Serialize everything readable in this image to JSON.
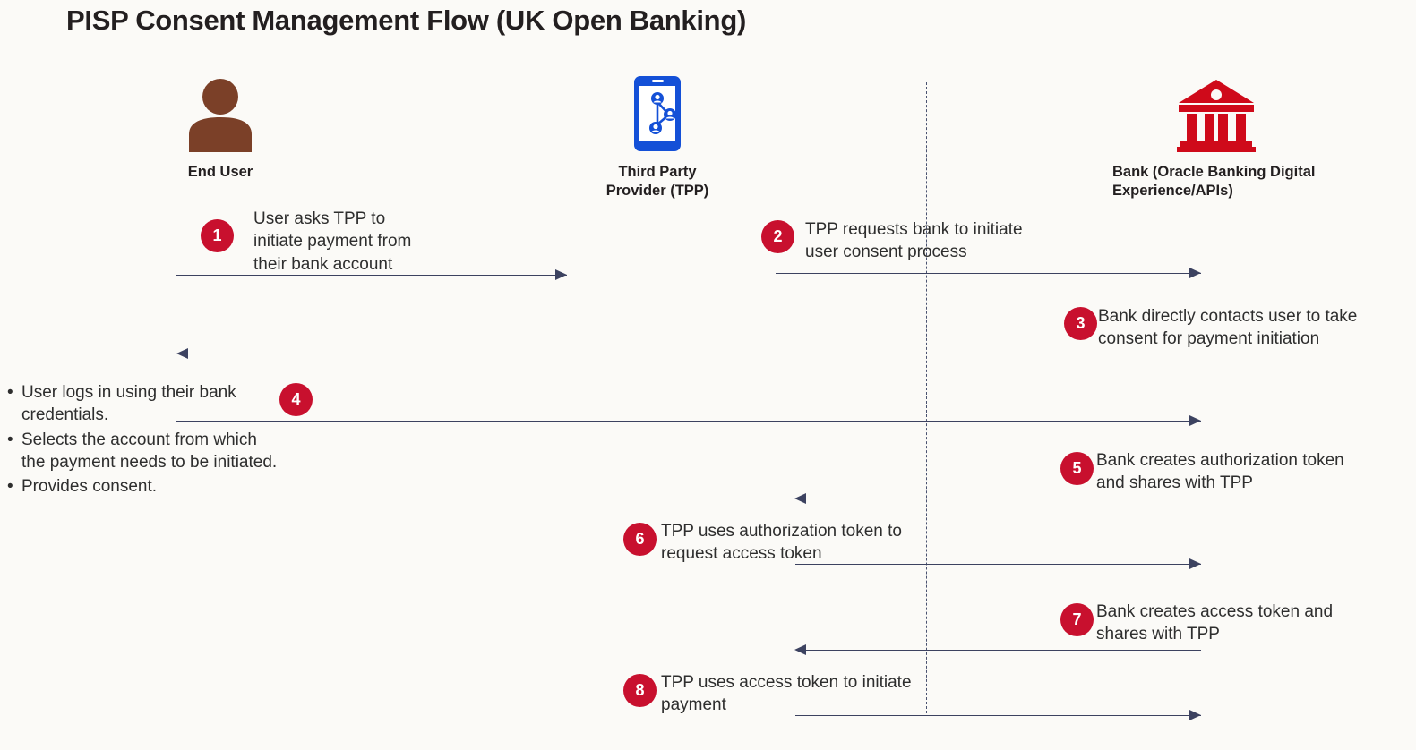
{
  "title": "PISP Consent Management Flow (UK Open Banking)",
  "colors": {
    "background": "#fbfaf7",
    "badge": "#c8102e",
    "arrow": "#3c4260",
    "lifeline": "#4a5270",
    "end_user_icon": "#7b4028",
    "tpp_icon": "#1450d7",
    "bank_icon": "#cf0a1a",
    "title_text": "#231f20",
    "body_text": "#2e2e2e"
  },
  "actors": [
    {
      "id": "end-user",
      "label": "End User",
      "icon": "user-person-icon"
    },
    {
      "id": "tpp",
      "label": "Third Party\nProvider (TPP)",
      "icon": "mobile-network-icon"
    },
    {
      "id": "bank",
      "label": "Bank (Oracle Banking Digital\nExperience/APIs)",
      "icon": "bank-building-icon"
    }
  ],
  "steps": [
    {
      "number": "1",
      "text": "User asks TPP to\ninitiate payment from\ntheir bank account",
      "direction": "right",
      "from": "end-user",
      "to": "tpp"
    },
    {
      "number": "2",
      "text": "TPP requests bank to initiate\nuser consent process",
      "direction": "right",
      "from": "tpp",
      "to": "bank"
    },
    {
      "number": "3",
      "text": "Bank directly contacts user to take\nconsent for payment initiation",
      "direction": "left",
      "from": "bank",
      "to": "end-user"
    },
    {
      "number": "4",
      "text": "",
      "direction": "right",
      "from": "end-user",
      "to": "bank",
      "bullets": [
        "User logs in using their bank\ncredentials.",
        "Selects the account from which\nthe payment needs to be initiated.",
        "Provides consent."
      ]
    },
    {
      "number": "5",
      "text": "Bank creates authorization token\nand shares with TPP",
      "direction": "left",
      "from": "bank",
      "to": "tpp"
    },
    {
      "number": "6",
      "text": "TPP uses authorization token to\nrequest access token",
      "direction": "right",
      "from": "tpp",
      "to": "bank"
    },
    {
      "number": "7",
      "text": "Bank creates access token and\nshares with TPP",
      "direction": "left",
      "from": "bank",
      "to": "tpp"
    },
    {
      "number": "8",
      "text": "TPP uses access token to initiate\npayment",
      "direction": "right",
      "from": "tpp",
      "to": "bank"
    }
  ]
}
